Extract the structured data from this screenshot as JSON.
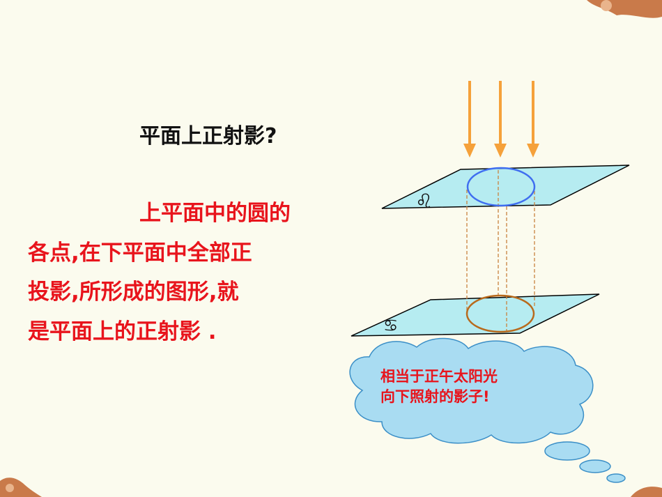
{
  "slide": {
    "question": "平面上正射影?",
    "paragraph_lines": [
      "上平面中的圆的",
      "各点,在下平面中全部正",
      "投影,所形成的图形,就",
      "是平面上的正射影 ."
    ],
    "bubble_lines": [
      "相当于正午太阳光",
      "向下照射的影子!"
    ],
    "plane_upper_symbol": "♌",
    "plane_lower_symbol": "♋"
  },
  "colors": {
    "background": "#fbfbee",
    "text_red": "#e8141c",
    "arrow_orange": "#f5a13a",
    "plane_fill": "#b6ecf1",
    "upper_circle": "#3f6ef0",
    "lower_circle": "#b86a1c",
    "cloud_fill": "#a9dcf2",
    "cloud_stroke": "#3b8fc7"
  }
}
